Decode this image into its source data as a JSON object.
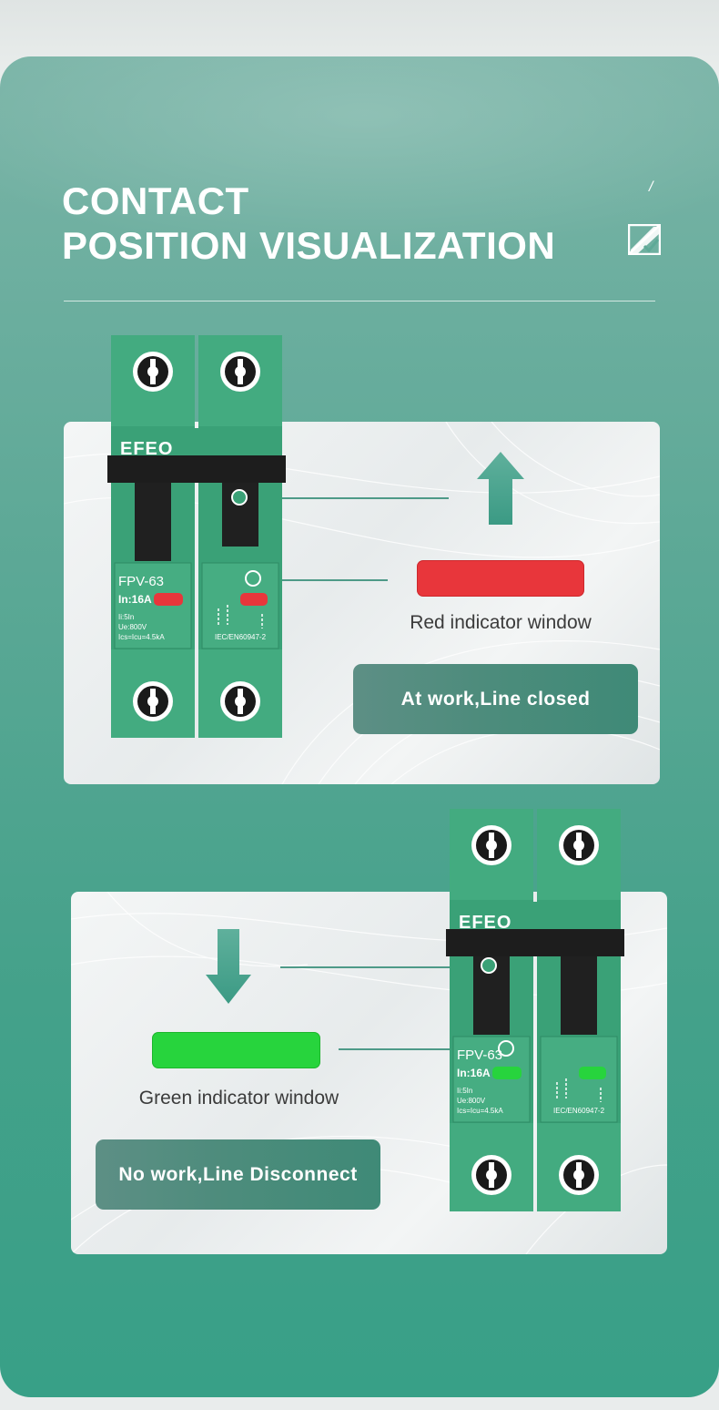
{
  "header": {
    "title_line1": "CONTACT",
    "title_line2": "POSITION VISUALIZATION",
    "corner_mark": "/"
  },
  "panel_closed": {
    "indicator_label": "Red indicator window",
    "status": "At work,Line closed",
    "indicator_color": "#e8363b",
    "arrow": "arrow-up-icon"
  },
  "panel_open": {
    "indicator_label": "Green indicator window",
    "status": "No work,Line Disconnect",
    "indicator_color": "#27d43d",
    "arrow": "arrow-down-icon"
  },
  "breaker": {
    "brand": "EFEO",
    "model": "FPV-63",
    "rating": "In:16A",
    "spec_1": "Ii:5In",
    "spec_2": "Ue:800V",
    "spec_3": "Ics=Icu=4.5kA",
    "standard": "IEC/EN60947-2"
  },
  "colors": {
    "card_top": "#7ab4a7",
    "card_bottom": "#38a087",
    "breaker_body": "#3aa177",
    "accent_line": "#4e9a88"
  }
}
